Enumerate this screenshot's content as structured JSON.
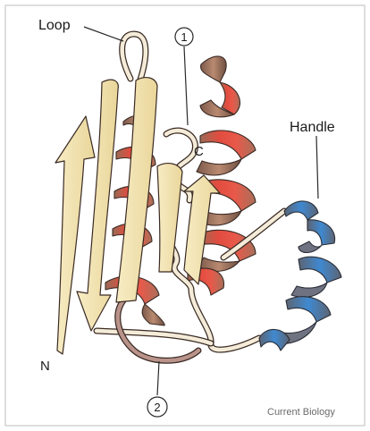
{
  "labels": {
    "loop": "Loop",
    "marker_1": "1",
    "c_terminus": "C",
    "handle": "Handle",
    "n_terminus": "N",
    "marker_2": "2"
  },
  "credit": "Current Biology",
  "colors": {
    "strand": "#f3e4b0",
    "helix_red": "#d9453c",
    "helix_brown": "#b07a62",
    "helix_blue": "#3f84c9",
    "helix_grey": "#777a86",
    "coil": "#f4ecd8",
    "coil_loop2": "#b9938a",
    "frame": "#c9c9c9"
  },
  "icons": {
    "marker_1": "circled-number-1",
    "marker_2": "circled-number-2"
  }
}
